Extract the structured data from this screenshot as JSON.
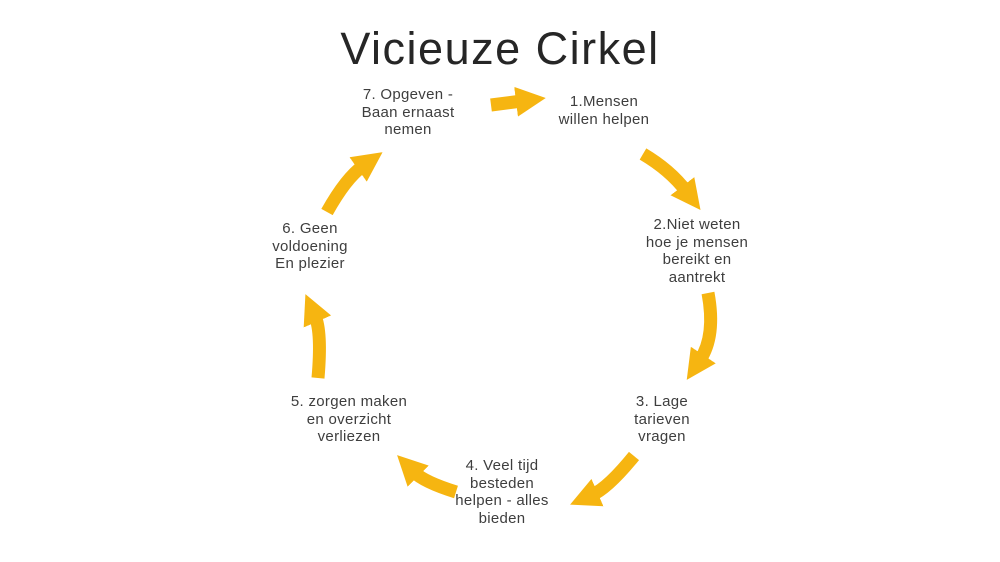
{
  "title": "Vicieuze Cirkel",
  "colors": {
    "arrow": "#F6B511",
    "heading": "#262626",
    "text": "#3E3E3E",
    "bg": "#FFFFFF"
  },
  "diagram": {
    "type": "cycle",
    "direction": "clockwise",
    "steps": [
      {
        "num": 1,
        "label": "1.Mensen\nwillen helpen"
      },
      {
        "num": 2,
        "label": "2.Niet weten\nhoe je mensen\nbereikt en\naantrekt"
      },
      {
        "num": 3,
        "label": "3. Lage\ntarieven\nvragen"
      },
      {
        "num": 4,
        "label": "4. Veel tijd\nbesteden\nhelpen - alles\nbieden"
      },
      {
        "num": 5,
        "label": "5. zorgen maken\nen overzicht\nverliezen"
      },
      {
        "num": 6,
        "label": "6. Geen\nvoldoening\nEn plezier"
      },
      {
        "num": 7,
        "label": "7. Opgeven -\nBaan ernaast\nnemen"
      }
    ],
    "arrows": [
      {
        "from": 7,
        "to": 1
      },
      {
        "from": 1,
        "to": 2
      },
      {
        "from": 2,
        "to": 3
      },
      {
        "from": 3,
        "to": 4
      },
      {
        "from": 4,
        "to": 5
      },
      {
        "from": 5,
        "to": 6
      },
      {
        "from": 6,
        "to": 7
      }
    ]
  }
}
